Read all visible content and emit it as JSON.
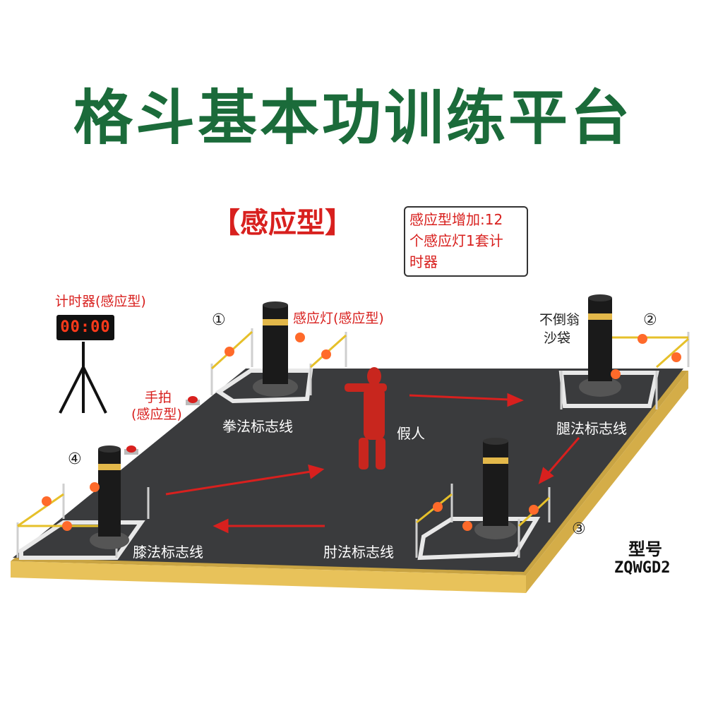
{
  "title": "格斗基本功训练平台",
  "sensor_type_label": "【感应型】",
  "note": {
    "line1": "感应型增加:12",
    "line2": "个感应灯1套计",
    "line3": "时器"
  },
  "timer": {
    "label": "计时器(感应型)",
    "display": "00:00"
  },
  "hand_slap_label": {
    "line1": "手拍",
    "line2": "(感应型)"
  },
  "sensor_light_label": "感应灯(感应型)",
  "tumbler_label": {
    "line1": "不倒翁",
    "line2": "沙袋"
  },
  "dummy_label": "假人",
  "station_numbers": [
    "①",
    "②",
    "③",
    "④"
  ],
  "zone_labels": {
    "punch": "拳法标志线",
    "kick": "腿法标志线",
    "elbow": "肘法标志线",
    "knee": "膝法标志线"
  },
  "model": {
    "label": "型号",
    "code": "ZQWGD2"
  },
  "colors": {
    "title": "#1b6b3a",
    "accent_red": "#d8201e",
    "platform_top": "#3a3b3d",
    "platform_edge": "#e8c25a",
    "bag_black": "#1a1a1a",
    "bag_band": "#e3b84a"
  }
}
